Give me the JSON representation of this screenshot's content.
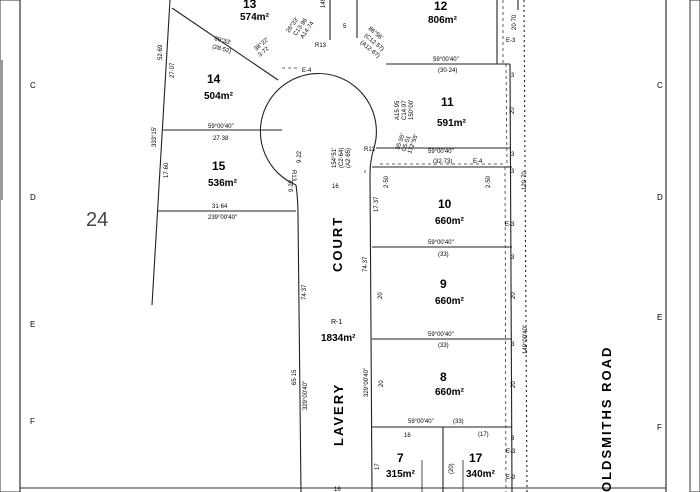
{
  "plan": {
    "grid_letters": [
      "C",
      "D",
      "E",
      "F"
    ],
    "big_label": "24",
    "lots": {
      "l13": {
        "no": "13",
        "area": "574m²"
      },
      "l12": {
        "no": "12",
        "area": "806m²"
      },
      "l14": {
        "no": "14",
        "area": "504m²"
      },
      "l11": {
        "no": "11",
        "area": "591m²"
      },
      "l15": {
        "no": "15",
        "area": "536m²"
      },
      "l10": {
        "no": "10",
        "area": "660m²"
      },
      "l9": {
        "no": "9",
        "area": "660m²"
      },
      "l8": {
        "no": "8",
        "area": "660m²"
      },
      "l7": {
        "no": "7",
        "area": "315m²"
      },
      "l17": {
        "no": "17",
        "area": "340m²"
      },
      "road_reserve": {
        "no": "R-1",
        "area": "1834m²"
      }
    },
    "roads": {
      "court": "COURT",
      "lavery": "LAVERY",
      "goldsmiths": "OLDSMITHS ROAD"
    },
    "dims": {
      "b1": "59°00'40\"",
      "b1s": "(30·24)",
      "b2": "59°00'40\"",
      "b2s": "(32·73)",
      "b3": "59°00'40\"",
      "b3s": "(33)",
      "b4": "59°00'40\"",
      "b4s": "(33)",
      "b5": "59°00'40\"",
      "b5s": "(33)",
      "b6": "59°00'40\"",
      "b6l": "27·38",
      "b7": "239°00'40\"",
      "b7l": "31·64",
      "r13a": "R13",
      "r13b": "R13",
      "r13c": "R13",
      "e4a": "E-4",
      "e4b": "E-4",
      "e3a": "E-3",
      "e3b": "E-3",
      "e3c": "E-3",
      "e3d": "E-3",
      "d2070": "20·70",
      "d12070": "120·70",
      "d74a": "74·37",
      "d74b": "74·37",
      "d6515": "65·15",
      "d3290a": "329°00'40\"",
      "d3290b": "329°00'40\"",
      "d1490": "149°00'40\"",
      "d3331": "333°15'",
      "d5269": "52·69",
      "d2707": "27·07",
      "d1760": "17·60",
      "d16a": "16",
      "d16b": "16",
      "d16c": "16",
      "d17a": "17",
      "d17b": "(17)",
      "d20a": "20",
      "d20b": "20",
      "d20c": "20",
      "d20d": "20",
      "d20e": "(20)",
      "d3a": "3",
      "d3b": "3",
      "d3c": "3",
      "d3d": "3",
      "d3e": "3",
      "d3f": "3",
      "d250a": "2·50",
      "d250b": "2·50",
      "d1737": "17·37",
      "d922a": "9·22",
      "d922b": "9·22",
      "d5": "5",
      "arc1a": "86°56'",
      "arc1b": "(C12·57)",
      "arc1c": "(A12·67)",
      "arc2a": "A15·95",
      "arc2b": "C14·97",
      "arc2c": "150°00'",
      "arc3a": "55·55'",
      "arc3b": "C5·51",
      "arc3c": "172°55'",
      "arc4a": "154°51'",
      "arc4b": "(C2·64)",
      "arc4c": "(A2·65)",
      "arc5a": "26°33'",
      "arc5b": "C13·96",
      "arc5c": "A14·74",
      "arc6a": "89°33'",
      "arc6b": "(28·52)",
      "arc7a": "38°22'",
      "arc7b": "3·72"
    }
  }
}
